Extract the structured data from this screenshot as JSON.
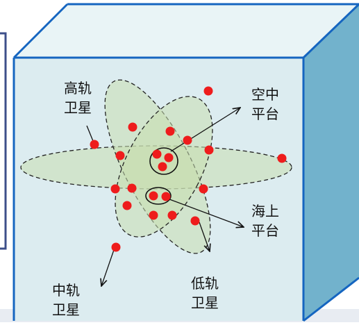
{
  "labels": {
    "high_orbit": [
      "高轨",
      "卫星"
    ],
    "mid_orbit": [
      "中轨",
      "卫星"
    ],
    "low_orbit": [
      "低轨",
      "卫星"
    ],
    "air_platform": [
      "空中",
      "平台"
    ],
    "sea_platform": [
      "海上",
      "平台"
    ]
  },
  "colors": {
    "box_edge": "#1565c0",
    "box_fill": "#dcecf0",
    "side_fill": "#5fa8c6",
    "ellipse_fill": "#c8dfb0",
    "dot": "#ee1c1c",
    "left_panel_edge": "#3d4f8a"
  }
}
